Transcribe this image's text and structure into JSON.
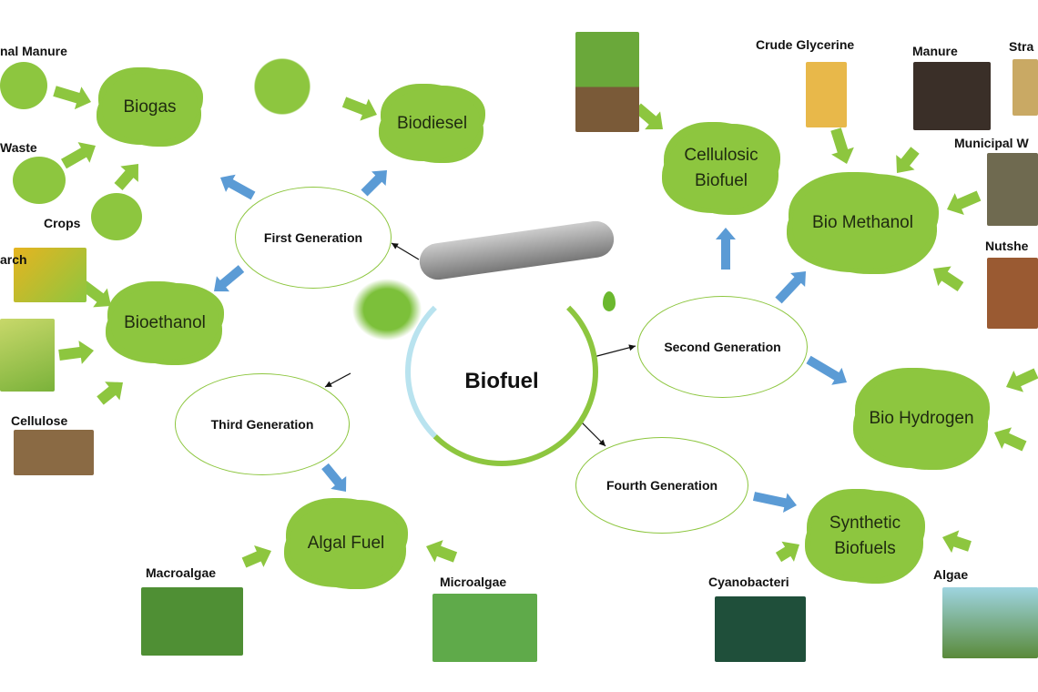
{
  "center": {
    "label": "Biofuel"
  },
  "generations": {
    "first": "First Generation",
    "second": "Second Generation",
    "third": "Third Generation",
    "fourth": "Fourth Generation"
  },
  "products": {
    "biogas": "Biogas",
    "biodiesel": "Biodiesel",
    "bioethanol": "Bioethanol",
    "cellulosic": "Cellulosic Biofuel",
    "biomethanol": "Bio Methanol",
    "biohydrogen": "Bio Hydrogen",
    "synthetic": "Synthetic Biofuels",
    "algal": "Algal Fuel"
  },
  "sources": {
    "animal_manure": "nal Manure",
    "waste": "Waste",
    "crops": "Crops",
    "starch": "arch",
    "cellulose": "Cellulose",
    "macroalgae": "Macroalgae",
    "microalgae": "Microalgae",
    "crude_glycerine": "Crude Glycerine",
    "manure": "Manure",
    "straw": "Stra",
    "municipal": "Municipal W",
    "nutshells": "Nutshe",
    "cyanobacteria": "Cyanobacteri",
    "algae": "Algae"
  },
  "colors": {
    "cloud": "#8dc63f",
    "blue_arrow": "#5b9bd5",
    "green_arrow": "#8dc63f"
  }
}
